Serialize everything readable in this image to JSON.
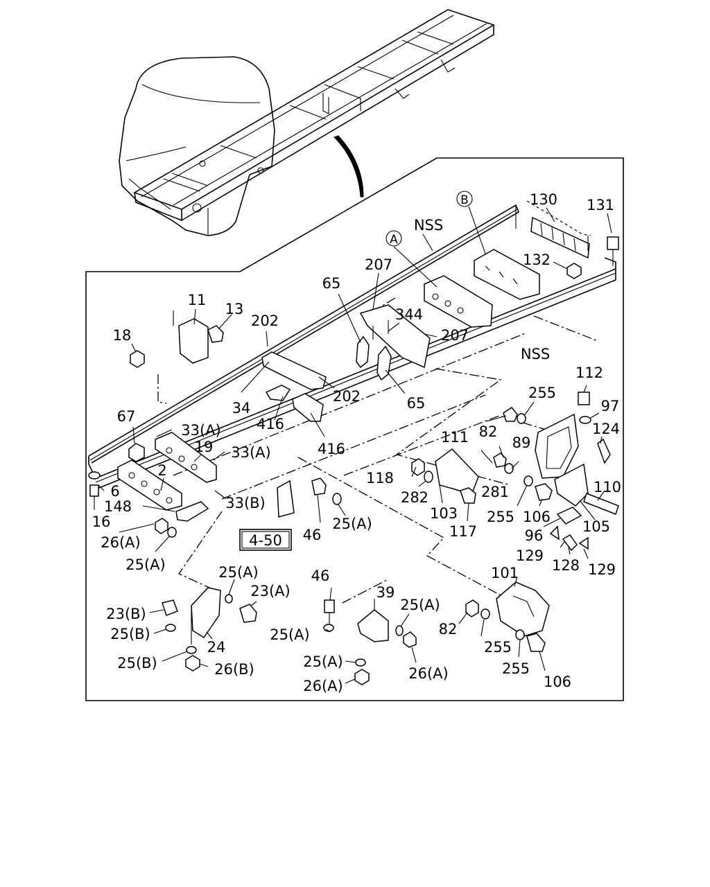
{
  "diagram": {
    "reference_box": "4-50",
    "circle_markers": [
      "A",
      "B"
    ],
    "callouts": [
      {
        "id": "nss-upper",
        "text": "NSS"
      },
      {
        "id": "nss-lower",
        "text": "NSS"
      },
      {
        "id": "p130",
        "text": "130"
      },
      {
        "id": "p131",
        "text": "131"
      },
      {
        "id": "p132",
        "text": "132"
      },
      {
        "id": "p207a",
        "text": "207"
      },
      {
        "id": "p207b",
        "text": "207"
      },
      {
        "id": "p65a",
        "text": "65"
      },
      {
        "id": "p65b",
        "text": "65"
      },
      {
        "id": "p344",
        "text": "344"
      },
      {
        "id": "p11",
        "text": "11"
      },
      {
        "id": "p13",
        "text": "13"
      },
      {
        "id": "p202a",
        "text": "202"
      },
      {
        "id": "p202b",
        "text": "202"
      },
      {
        "id": "p18",
        "text": "18"
      },
      {
        "id": "p34",
        "text": "34"
      },
      {
        "id": "p416a",
        "text": "416"
      },
      {
        "id": "p416b",
        "text": "416"
      },
      {
        "id": "p112",
        "text": "112"
      },
      {
        "id": "p97",
        "text": "97"
      },
      {
        "id": "p255a",
        "text": "255"
      },
      {
        "id": "p124",
        "text": "124"
      },
      {
        "id": "p82a",
        "text": "82"
      },
      {
        "id": "p89",
        "text": "89"
      },
      {
        "id": "p111",
        "text": "111"
      },
      {
        "id": "p67",
        "text": "67"
      },
      {
        "id": "p33a1",
        "text": "33(A)"
      },
      {
        "id": "p19",
        "text": "19"
      },
      {
        "id": "p33a2",
        "text": "33(A)"
      },
      {
        "id": "p118",
        "text": "118"
      },
      {
        "id": "p282",
        "text": "282"
      },
      {
        "id": "p281",
        "text": "281"
      },
      {
        "id": "p110",
        "text": "110"
      },
      {
        "id": "p2",
        "text": "2"
      },
      {
        "id": "p6",
        "text": "6"
      },
      {
        "id": "p33b",
        "text": "33(B)"
      },
      {
        "id": "p103",
        "text": "103"
      },
      {
        "id": "p255b",
        "text": "255"
      },
      {
        "id": "p106a",
        "text": "106"
      },
      {
        "id": "p105",
        "text": "105"
      },
      {
        "id": "p148",
        "text": "148"
      },
      {
        "id": "p16",
        "text": "16"
      },
      {
        "id": "p46a",
        "text": "46"
      },
      {
        "id": "p25a1",
        "text": "25(A)"
      },
      {
        "id": "p117",
        "text": "117"
      },
      {
        "id": "p96",
        "text": "96"
      },
      {
        "id": "p26a1",
        "text": "26(A)"
      },
      {
        "id": "p25a2",
        "text": "25(A)"
      },
      {
        "id": "p129a",
        "text": "129"
      },
      {
        "id": "p128",
        "text": "128"
      },
      {
        "id": "p129b",
        "text": "129"
      },
      {
        "id": "p101",
        "text": "101"
      },
      {
        "id": "p25a3",
        "text": "25(A)"
      },
      {
        "id": "p23a",
        "text": "23(A)"
      },
      {
        "id": "p46b",
        "text": "46"
      },
      {
        "id": "p39",
        "text": "39"
      },
      {
        "id": "p25a4",
        "text": "25(A)"
      },
      {
        "id": "p23b",
        "text": "23(B)"
      },
      {
        "id": "p82b",
        "text": "82"
      },
      {
        "id": "p25b1",
        "text": "25(B)"
      },
      {
        "id": "p25a5",
        "text": "25(A)"
      },
      {
        "id": "p255c",
        "text": "255"
      },
      {
        "id": "p24",
        "text": "24"
      },
      {
        "id": "p25b2",
        "text": "25(B)"
      },
      {
        "id": "p26b",
        "text": "26(B)"
      },
      {
        "id": "p25a6",
        "text": "25(A)"
      },
      {
        "id": "p26a2",
        "text": "26(A)"
      },
      {
        "id": "p255d",
        "text": "255"
      },
      {
        "id": "p26a3",
        "text": "26(A)"
      },
      {
        "id": "p106b",
        "text": "106"
      }
    ]
  }
}
